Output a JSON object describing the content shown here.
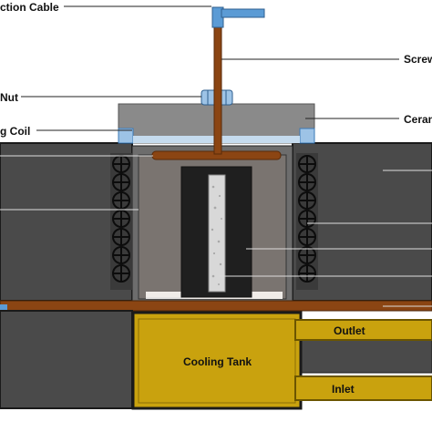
{
  "labels": {
    "connection_cable": "ction Cable",
    "screw": "Screw",
    "nut": "Nut",
    "induction_coil": "g Coil",
    "ceramic": "Ceran",
    "cooling_tank": "Cooling Tank",
    "outlet": "Outlet",
    "inlet": "Inlet"
  },
  "colors": {
    "steel_gray": "#4a4a4a",
    "crucible_gray": "#1f1f1f",
    "lid_gray": "#8a8a8a",
    "rod_brown": "#8b4513",
    "cable_blue": "#5b9bd5",
    "tank_gold": "#c9a20e",
    "tank_border": "#6b5500",
    "coil_dark": "#111111",
    "sample_white": "#dcdcdc"
  }
}
